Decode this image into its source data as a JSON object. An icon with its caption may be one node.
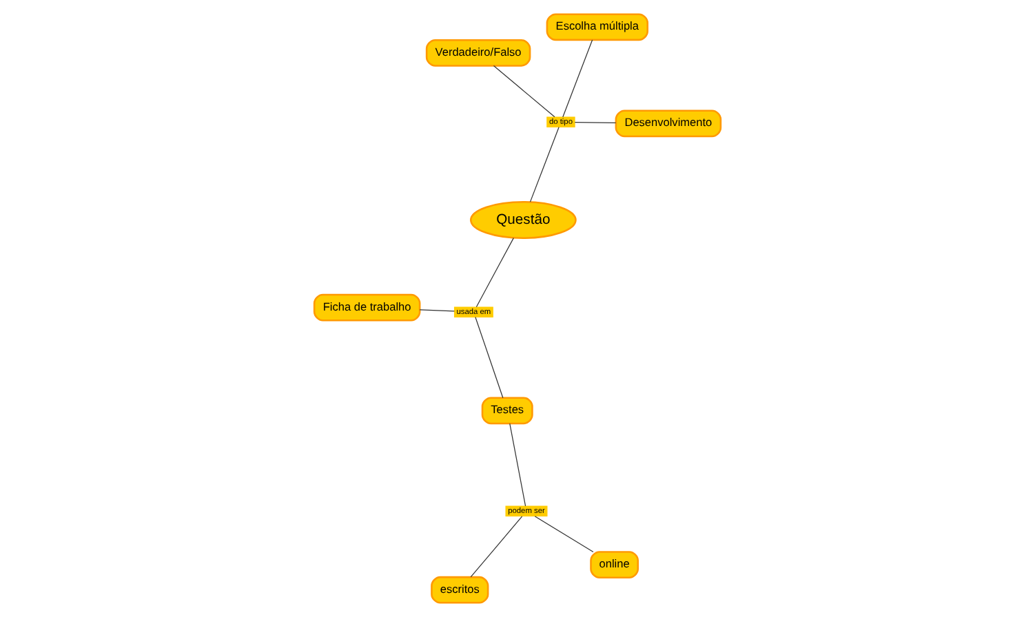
{
  "diagram": {
    "nodes": [
      {
        "text": [
          "Ficha de trabalho"
        ]
      },
      {
        "text": [
          "usada em"
        ]
      },
      {
        "text": [
          "Questão"
        ]
      },
      {
        "text": [
          "do tipo"
        ]
      },
      {
        "text": [
          "Escolha múltipla"
        ]
      },
      {
        "text": [
          "Verdadeiro/Falso"
        ]
      },
      {
        "text": [
          "Testes"
        ]
      },
      {
        "text": [
          "Desenvolvimento"
        ]
      },
      {
        "text": [
          "podem ser"
        ]
      },
      {
        "text": [
          "escritos"
        ]
      },
      {
        "text": [
          "online"
        ]
      }
    ],
    "edges": [
      {
        "from": 2,
        "to": 1,
        "arrow": "none"
      },
      {
        "from": 1,
        "to": 0,
        "arrow": "none"
      },
      {
        "from": 1,
        "to": 6,
        "arrow": "none"
      },
      {
        "from": 2,
        "to": 3,
        "arrow": "none"
      },
      {
        "from": 3,
        "to": 4,
        "arrow": "none"
      },
      {
        "from": 3,
        "to": 5,
        "arrow": "none"
      },
      {
        "from": 3,
        "to": 7,
        "arrow": "none"
      },
      {
        "from": 6,
        "to": 8,
        "arrow": "none"
      },
      {
        "from": 8,
        "to": 9,
        "arrow": "none"
      },
      {
        "from": 8,
        "to": 10,
        "arrow": "none"
      }
    ]
  }
}
